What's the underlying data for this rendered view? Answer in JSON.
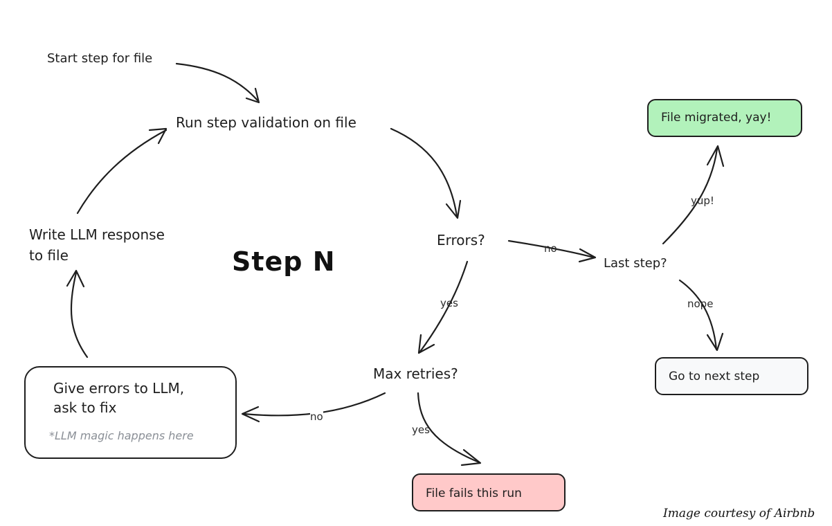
{
  "diagram": {
    "title": "Step N",
    "nodes": {
      "start": "Start step for file",
      "validate": "Run step validation on file",
      "errors": "Errors?",
      "last_step": "Last step?",
      "migrated": "File migrated, yay!",
      "next_step": "Go to next step",
      "max_retries": "Max retries?",
      "fails": "File fails this run",
      "give_errors_line1": "Give errors to LLM,",
      "give_errors_line2": "ask to fix",
      "llm_magic": "*LLM magic happens here",
      "write_response_line1": "Write LLM response",
      "write_response_line2": "to file"
    },
    "edge_labels": {
      "errors_no": "no",
      "errors_yes": "yes",
      "last_yup": "yup!",
      "last_nope": "nope",
      "retries_yes": "yes",
      "retries_no": "no"
    },
    "colors": {
      "migrated_fill": "#b2f2bb",
      "fails_fill": "#ffc9c9",
      "next_fill": "#f8f9fa",
      "stroke": "#1e1e1e"
    }
  },
  "credit": "Image courtesy of Airbnb"
}
